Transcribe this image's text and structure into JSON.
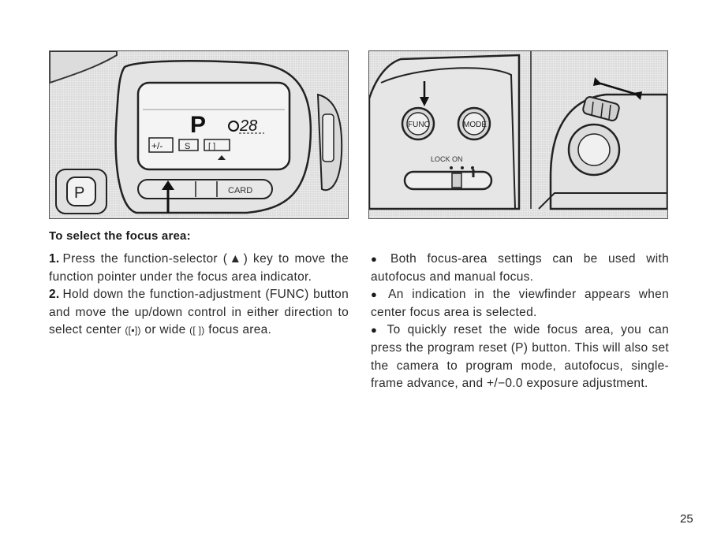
{
  "figures": {
    "left": {
      "mode_letter": "P",
      "frame_count": "28",
      "button_p_label": "P",
      "card_label": "CARD",
      "exposure_comp_icon": "+/-",
      "shutter_icon": "S",
      "focus_area_icon": "[ ]"
    },
    "right": {
      "func_label": "FUNC",
      "mode_label": "MODE",
      "lock_on_label": "LOCK ON"
    }
  },
  "heading": "To select the focus area:",
  "steps": [
    {
      "number": "1.",
      "text": "Press the function-selector (▲) key to move the function pointer under the focus area indicator."
    },
    {
      "number": "2.",
      "text_before": "Hold down the function-adjustment (FUNC) button and move the up/down control in either direction to select center",
      "center_symbol": "([▪])",
      "text_middle": "or wide",
      "wide_symbol": "([ ])",
      "text_after": "focus area."
    }
  ],
  "notes": [
    {
      "bullet": "●",
      "text": "Both focus-area settings can be used with autofocus and manual focus."
    },
    {
      "bullet": "●",
      "text": "An indication in the viewfinder appears when center focus area is selected."
    },
    {
      "bullet": "●",
      "text": "To quickly reset the wide focus area, you can press the program reset (P) button. This will also set the camera to program mode, autofocus, single-frame advance, and +/−0.0 exposure adjustment."
    }
  ],
  "page_number": "25"
}
